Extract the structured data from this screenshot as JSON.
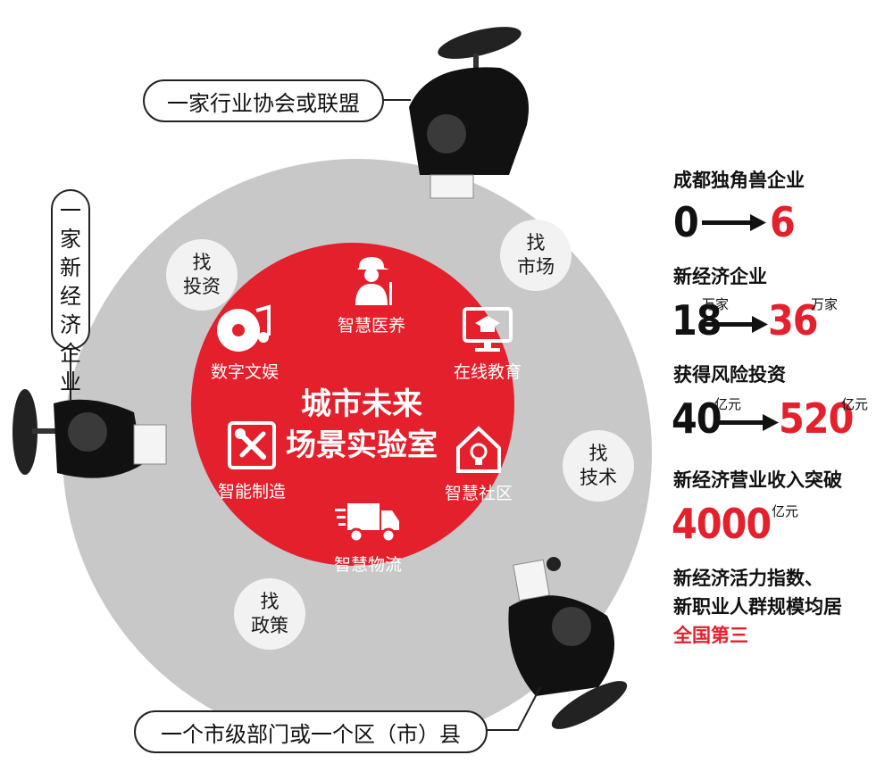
{
  "diagram": {
    "center_title_line1": "城市未来",
    "center_title_line2": "场景实验室",
    "sectors": [
      {
        "label": "智慧医养",
        "icon": "elderly-person-icon"
      },
      {
        "label": "在线教育",
        "icon": "monitor-graduation-cap-icon"
      },
      {
        "label": "智慧社区",
        "icon": "house-lightbulb-icon"
      },
      {
        "label": "智慧物流",
        "icon": "delivery-truck-icon"
      },
      {
        "label": "智能制造",
        "icon": "wrench-screwdriver-icon"
      },
      {
        "label": "数字文娱",
        "icon": "music-disc-icon"
      }
    ],
    "bubbles": [
      {
        "line1": "找",
        "line2": "投资"
      },
      {
        "line1": "找",
        "line2": "市场"
      },
      {
        "line1": "找",
        "line2": "技术"
      },
      {
        "line1": "找",
        "line2": "政策"
      }
    ],
    "participants": {
      "top": "一家行业协会或联盟",
      "left": "一家新经济企业",
      "bottom": "一个市级部门或一个区（市）县"
    }
  },
  "stats": {
    "unicorn": {
      "heading": "成都独角兽企业",
      "from": "0",
      "to": "6"
    },
    "new_economy": {
      "heading": "新经济企业",
      "from": "18",
      "from_unit": "万家",
      "to": "36",
      "to_unit": "万家"
    },
    "venture": {
      "heading": "获得风险投资",
      "from": "40",
      "from_unit": "亿元",
      "to": "520",
      "to_unit": "亿元"
    },
    "revenue": {
      "heading": "新经济营业收入突破",
      "value": "4000",
      "unit": "亿元"
    },
    "ranking": {
      "line1": "新经济活力指数、",
      "line2": "新职业人群规模均居",
      "line3": "全国第三"
    }
  },
  "colors": {
    "accent": "#e3202b",
    "table": "#c8c8c8",
    "bubble": "#f2f2f2",
    "ink": "#111111"
  }
}
